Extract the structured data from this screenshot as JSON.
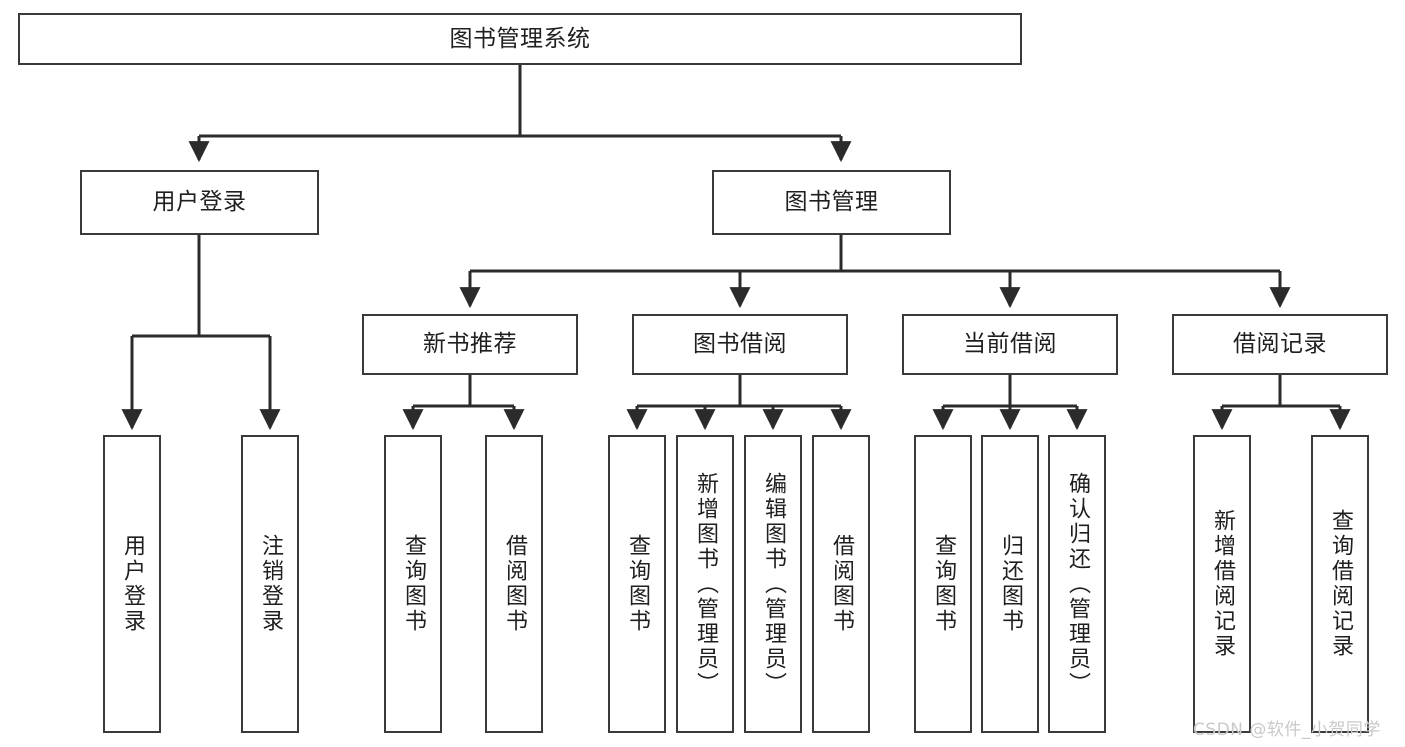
{
  "diagram": {
    "type": "tree-hierarchy",
    "root": {
      "label": "图书管理系统"
    },
    "level2": [
      {
        "label": "用户登录"
      },
      {
        "label": "图书管理"
      }
    ],
    "level3": [
      {
        "label": "新书推荐"
      },
      {
        "label": "图书借阅"
      },
      {
        "label": "当前借阅"
      },
      {
        "label": "借阅记录"
      }
    ],
    "leaves": {
      "user_login": [
        {
          "label": "用户登录"
        },
        {
          "label": "注销登录"
        }
      ],
      "new_book_recommend": [
        {
          "label": "查询图书"
        },
        {
          "label": "借阅图书"
        }
      ],
      "book_borrow": [
        {
          "label": "查询图书"
        },
        {
          "label": "新增图书（管理员）"
        },
        {
          "label": "编辑图书（管理员）"
        },
        {
          "label": "借阅图书"
        }
      ],
      "current_borrow": [
        {
          "label": "查询图书"
        },
        {
          "label": "归还图书"
        },
        {
          "label": "确认归还（管理员）"
        }
      ],
      "borrow_record": [
        {
          "label": "新增借阅记录"
        },
        {
          "label": "查询借阅记录"
        }
      ]
    }
  },
  "watermark": {
    "text": "CSDN @软件_小贺同学"
  },
  "colors": {
    "box_border": "#3a3a3a",
    "box_fill": "#ffffff",
    "text": "#1f1f1f",
    "connector": "#2b2b2b",
    "watermark": "#c9c9c9"
  }
}
